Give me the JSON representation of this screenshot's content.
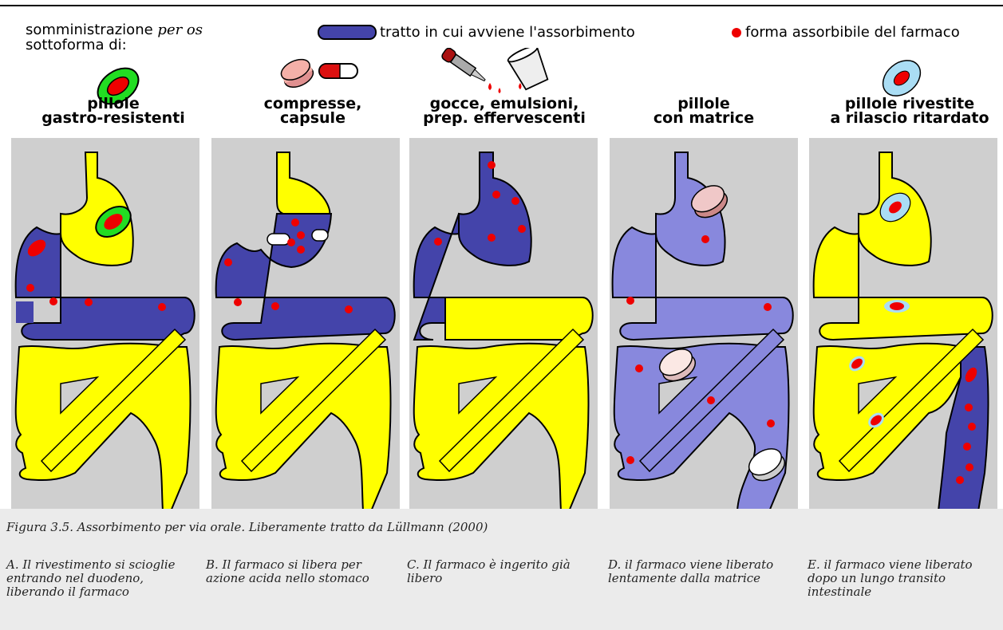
{
  "legend": {
    "administration_line1": "somministrazione",
    "administration_italic": "per os",
    "administration_line2": "sottoforma di:",
    "absorption_label": "tratto in cui avviene l'assorbimento",
    "drug_label": "forma assorbibile del farmaco"
  },
  "panels": [
    {
      "title_line1": "pillole",
      "title_line2": "gastro-resistenti"
    },
    {
      "title_line1": "compresse,",
      "title_line2": "capsule"
    },
    {
      "title_line1": "gocce, emulsioni,",
      "title_line2": "prep. effervescenti"
    },
    {
      "title_line1": "pillole",
      "title_line2": "con matrice"
    },
    {
      "title_line1": "pillole rivestite",
      "title_line2": "a rilascio ritardato"
    }
  ],
  "caption": {
    "figure": "Figura 3.5. Assorbimento per via orale. Liberamente tratto da Lüllmann (2000)",
    "notes": [
      "A. Il rivestimento si scioglie entrando nel duodeno, liberando il farmaco",
      "B. Il farmaco si libera per azione acida nello stomaco",
      "C. Il farmaco è ingerito già libero",
      "D. il farmaco viene liberato lentamente dalla matrice",
      "E. il farmaco viene liberato dopo un lungo transito intestinale"
    ]
  },
  "colors": {
    "absorption": "#4444aa",
    "matrix_absorption": "#8888dd",
    "non_absorbing": "#ffff00",
    "drug": "#ee0000",
    "panel_bg": "#cfcfcf"
  }
}
